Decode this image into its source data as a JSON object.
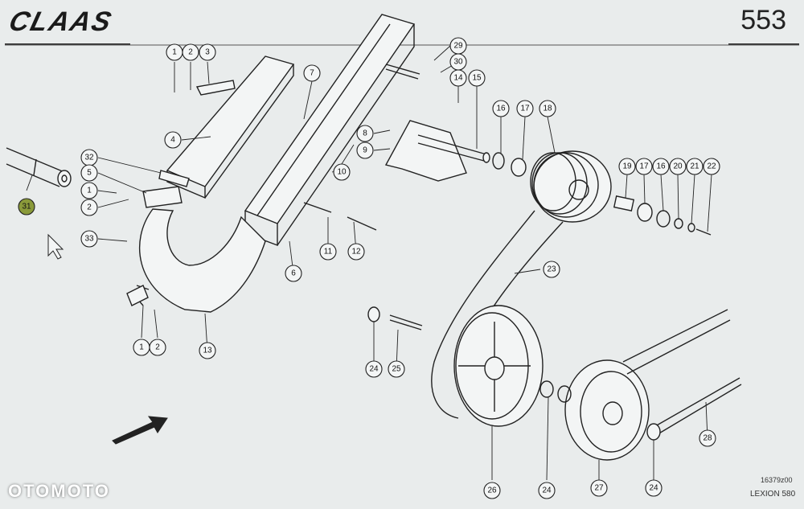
{
  "header": {
    "brand": "CLAAS",
    "page_number": "553"
  },
  "footer": {
    "drawing_code": "16379z00",
    "model": "LEXION 580",
    "watermark": "OTOMOTO"
  },
  "colors": {
    "background": "#e9ecec",
    "line": "#222222",
    "highlight": "#8a9a3a"
  },
  "callouts": [
    {
      "id": "1a",
      "label": "1"
    },
    {
      "id": "2a",
      "label": "2"
    },
    {
      "id": "3",
      "label": "3"
    },
    {
      "id": "4",
      "label": "4"
    },
    {
      "id": "7",
      "label": "7"
    },
    {
      "id": "29",
      "label": "29"
    },
    {
      "id": "30",
      "label": "30"
    },
    {
      "id": "14",
      "label": "14"
    },
    {
      "id": "15",
      "label": "15"
    },
    {
      "id": "16a",
      "label": "16"
    },
    {
      "id": "17a",
      "label": "17"
    },
    {
      "id": "18",
      "label": "18"
    },
    {
      "id": "8",
      "label": "8"
    },
    {
      "id": "9",
      "label": "9"
    },
    {
      "id": "10",
      "label": "10"
    },
    {
      "id": "32",
      "label": "32"
    },
    {
      "id": "5",
      "label": "5"
    },
    {
      "id": "1b",
      "label": "1"
    },
    {
      "id": "2b",
      "label": "2"
    },
    {
      "id": "31",
      "label": "31"
    },
    {
      "id": "33",
      "label": "33"
    },
    {
      "id": "6",
      "label": "6"
    },
    {
      "id": "11",
      "label": "11"
    },
    {
      "id": "12",
      "label": "12"
    },
    {
      "id": "19",
      "label": "19"
    },
    {
      "id": "17b",
      "label": "17"
    },
    {
      "id": "16b",
      "label": "16"
    },
    {
      "id": "20",
      "label": "20"
    },
    {
      "id": "21",
      "label": "21"
    },
    {
      "id": "22",
      "label": "22"
    },
    {
      "id": "23",
      "label": "23"
    },
    {
      "id": "1c",
      "label": "1"
    },
    {
      "id": "2c",
      "label": "2"
    },
    {
      "id": "13",
      "label": "13"
    },
    {
      "id": "24a",
      "label": "24"
    },
    {
      "id": "25",
      "label": "25"
    },
    {
      "id": "26",
      "label": "26"
    },
    {
      "id": "24b",
      "label": "24"
    },
    {
      "id": "27",
      "label": "27"
    },
    {
      "id": "24c",
      "label": "24"
    },
    {
      "id": "28",
      "label": "28"
    }
  ]
}
